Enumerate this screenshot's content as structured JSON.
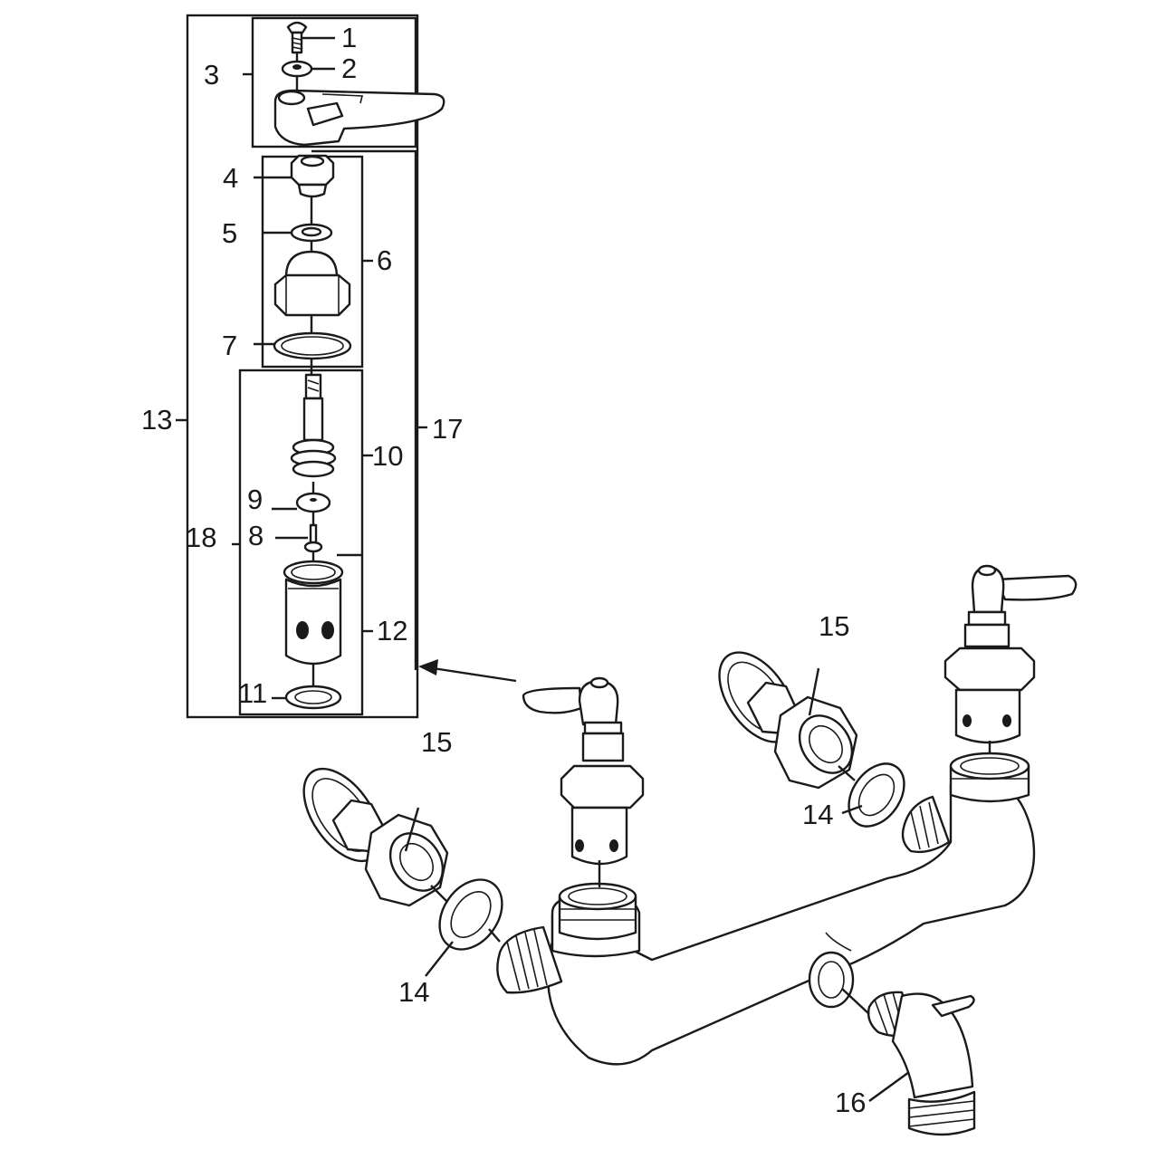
{
  "callouts": {
    "c1": "1",
    "c2": "2",
    "c3": "3",
    "c4": "4",
    "c5": "5",
    "c6": "6",
    "c7": "7",
    "c8": "8",
    "c9": "9",
    "c10": "10",
    "c11": "11",
    "c12": "12",
    "c13": "13",
    "c14a": "14",
    "c14b": "14",
    "c15a": "15",
    "c15b": "15",
    "c16": "16",
    "c17": "17",
    "c18": "18"
  },
  "colors": {
    "ink": "#1a1a1a",
    "paper": "#ffffff"
  }
}
